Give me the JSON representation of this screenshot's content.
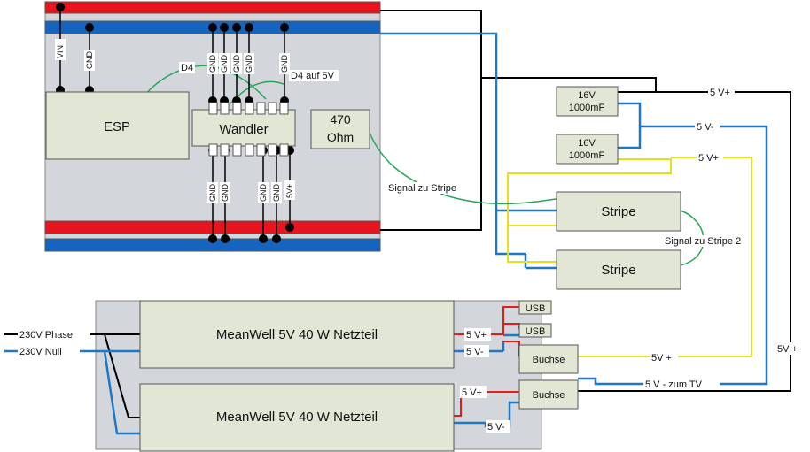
{
  "components": {
    "esp": "ESP",
    "wandler": "Wandler",
    "resistor": "470\nOhm",
    "resistor_line1": "470",
    "resistor_line2": "Ohm",
    "cap1_line1": "16V",
    "cap1_line2": "1000mF",
    "cap2_line1": "16V",
    "cap2_line2": "1000mF",
    "stripe1": "Stripe",
    "stripe2": "Stripe",
    "psu1": "MeanWell 5V 40 W Netzteil",
    "psu2": "MeanWell 5V 40 W Netzteil",
    "usb1": "USB",
    "usb2": "USB",
    "buchse1": "Buchse",
    "buchse2": "Buchse"
  },
  "pins": {
    "vin": "VIN",
    "gnd": "GND",
    "fivev": "5V+"
  },
  "labels": {
    "d4": "D4",
    "d4_5v": "D4 auf 5V",
    "signal_stripe": "Signal zu Stripe",
    "signal_stripe2": "Signal zu Stripe 2",
    "v5plus_top": "5 V+",
    "v5minus_cap": "5 V-",
    "v5plus_cap2": "5 V+",
    "v5plus_psu1": "5 V+",
    "v5minus_psu1": "5 V-",
    "v5plus_psu2": "5 V+",
    "v5minus_psu2": "5 V-",
    "v5plus_buchse": "5V +",
    "v5minus_tv": "5 V - zum TV",
    "v5plus_right": "5V +",
    "phase": "230V Phase",
    "null": "230V Null"
  },
  "colors": {
    "rail_red": "#e8141e",
    "rail_blue": "#1565c0",
    "breadboard": "#d3d6db",
    "component": "#e2e6d4",
    "wire_blue": "#1f78c1",
    "wire_yellow": "#e6e01a",
    "wire_green": "#2aa65a",
    "wire_red": "#e41c1c"
  }
}
